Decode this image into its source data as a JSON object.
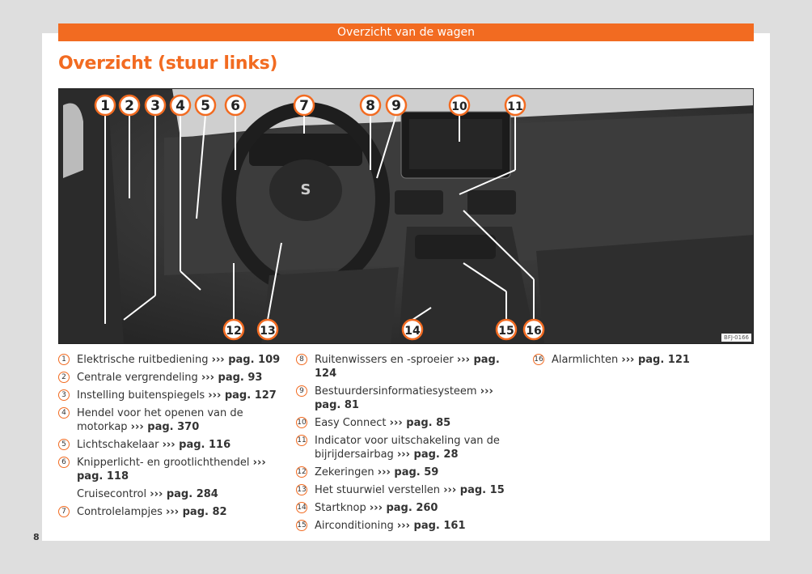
{
  "header": {
    "section_title": "Overzicht van de wagen"
  },
  "title": "Overzicht (stuur links)",
  "figure": {
    "code": "BFJ-0166",
    "callouts": [
      "1",
      "2",
      "3",
      "4",
      "5",
      "6",
      "7",
      "8",
      "9",
      "10",
      "11",
      "12",
      "13",
      "14",
      "15",
      "16"
    ]
  },
  "legend": {
    "col1": [
      {
        "num": "1",
        "text": "Elektrische ruitbediening",
        "ref": "››› pag. 109"
      },
      {
        "num": "2",
        "text": "Centrale vergrendeling",
        "ref": "››› pag. 93"
      },
      {
        "num": "3",
        "text": "Instelling buitenspiegels",
        "ref": "››› pag. 127"
      },
      {
        "num": "4",
        "text": "Hendel voor het openen van de motorkap",
        "ref": "››› pag. 370"
      },
      {
        "num": "5",
        "text": "Lichtschakelaar",
        "ref": "››› pag. 116"
      },
      {
        "num": "6",
        "text": "Knipperlicht- en grootlichthendel",
        "ref": "››› pag. 118"
      },
      {
        "num": "",
        "text": "Cruisecontrol",
        "ref": "››› pag. 284"
      },
      {
        "num": "7",
        "text": "Controlelampjes",
        "ref": "››› pag. 82"
      }
    ],
    "col2": [
      {
        "num": "8",
        "text": "Ruitenwissers en -sproeier",
        "ref": "››› pag. 124"
      },
      {
        "num": "9",
        "text": "Bestuurdersinformatiesysteem",
        "ref": "››› pag. 81"
      },
      {
        "num": "10",
        "text": "Easy Connect",
        "ref": "››› pag. 85"
      },
      {
        "num": "11",
        "text": "Indicator voor uitschakeling van de bijrijdersairbag",
        "ref": "››› pag. 28"
      },
      {
        "num": "12",
        "text": "Zekeringen",
        "ref": "››› pag. 59"
      },
      {
        "num": "13",
        "text": "Het stuurwiel verstellen",
        "ref": "››› pag. 15"
      },
      {
        "num": "14",
        "text": "Startknop",
        "ref": "››› pag. 260"
      },
      {
        "num": "15",
        "text": "Airconditioning",
        "ref": "››› pag. 161"
      }
    ],
    "col3": [
      {
        "num": "16",
        "text": "Alarmlichten",
        "ref": "››› pag. 121"
      }
    ]
  },
  "page_number": "8",
  "colors": {
    "accent": "#f26b21"
  }
}
